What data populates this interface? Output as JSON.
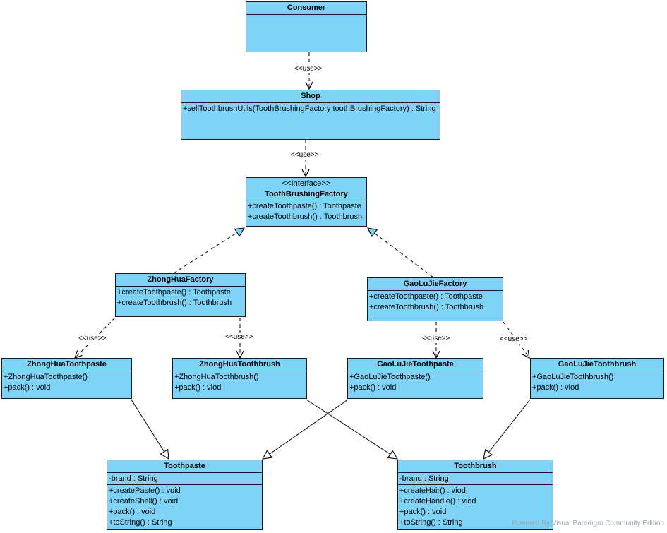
{
  "classes": {
    "consumer": {
      "name": "Consumer"
    },
    "shop": {
      "name": "Shop",
      "operations": [
        "+sellToothbrushUtils(ToothBrushingFactory toothBrushingFactory) : String"
      ]
    },
    "factory": {
      "stereotype": "<<Interface>>",
      "name": "ToothBrushingFactory",
      "operations": [
        "+createToothpaste() : Toothpaste",
        "+createToothbrush() : Toothbrush"
      ]
    },
    "zhonghua_factory": {
      "name": "ZhongHuaFactory",
      "operations": [
        "+createToothpaste() : Toothpaste",
        "+createToothbrush() : Toothbrush"
      ]
    },
    "gaolujie_factory": {
      "name": "GaoLuJieFactory",
      "operations": [
        "+createToothpaste() : Toothpaste",
        "+createToothbrush() : Toothbrush"
      ]
    },
    "zhonghua_toothpaste": {
      "name": "ZhongHuaToothpaste",
      "operations": [
        "+ZhongHuaToothpaste()",
        "+pack() : void"
      ]
    },
    "zhonghua_toothbrush": {
      "name": "ZhongHuaToothbrush",
      "operations": [
        "+ZhongHuaToothbrush()",
        "+pack() : viod"
      ]
    },
    "gaolujie_toothpaste": {
      "name": "GaoLuJieToothpaste",
      "operations": [
        "+GaoLuJieToothpaste()",
        "+pack() : void"
      ]
    },
    "gaolujie_toothbrush": {
      "name": "GaoLuJieToothbrush",
      "operations": [
        "+GaoLuJieToothbrush()",
        "+pack() : viod"
      ]
    },
    "toothpaste": {
      "name": "Toothpaste",
      "attributes": [
        "-brand : String"
      ],
      "operations": [
        "+createPaste() : void",
        "+createShell() : void",
        "+pack() : void",
        "+toString() : String"
      ]
    },
    "toothbrush": {
      "name": "Toothbrush",
      "attributes": [
        "-brand : String"
      ],
      "operations": [
        "+createHair() : viod",
        "+createHandle() : viod",
        "+pack() : void",
        "+toString() : String"
      ]
    }
  },
  "relations": {
    "use_label": "<<use>>"
  },
  "colors": {
    "class_fill": "#7fd3f7",
    "border": "#1a1a1a",
    "line": "#000000"
  },
  "watermark": "Powered By  Visual Paradigm Community Edition"
}
